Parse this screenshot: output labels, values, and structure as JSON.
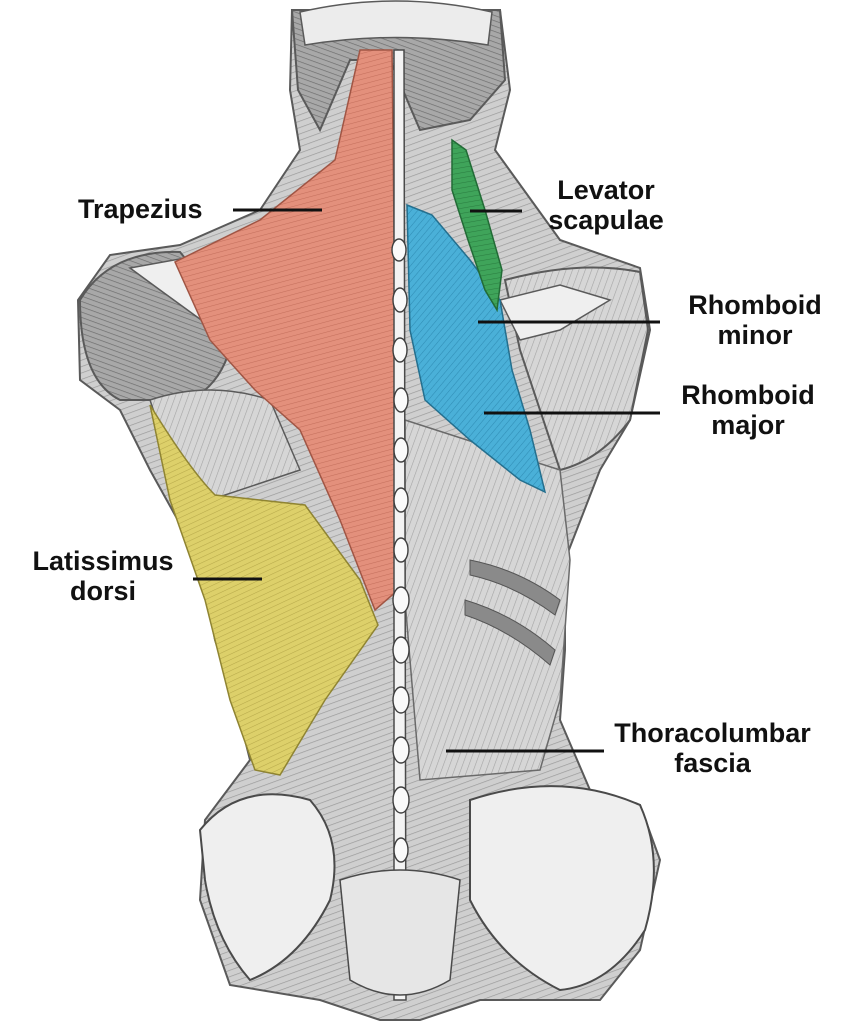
{
  "labels": {
    "trapezius": "Trapezius",
    "levator_scapulae": [
      "Levator",
      "scapulae"
    ],
    "rhomboid_minor": [
      "Rhomboid",
      "minor"
    ],
    "rhomboid_major": [
      "Rhomboid",
      "major"
    ],
    "latissimus_dorsi": [
      "Latissimus",
      "dorsi"
    ],
    "thoracolumbar_fascia": [
      "Thoracolumbar",
      "fascia"
    ]
  },
  "colors": {
    "trapezius": "#e3907c",
    "levator_scapulae": "#3fa45a",
    "rhomboids": "#4ab0d8",
    "latissimus_dorsi": "#ddd06a",
    "muscle_gray": "#c9c9c9",
    "muscle_dark": "#8e8e8e",
    "bone": "#efefef",
    "leader_line": "#111111"
  }
}
